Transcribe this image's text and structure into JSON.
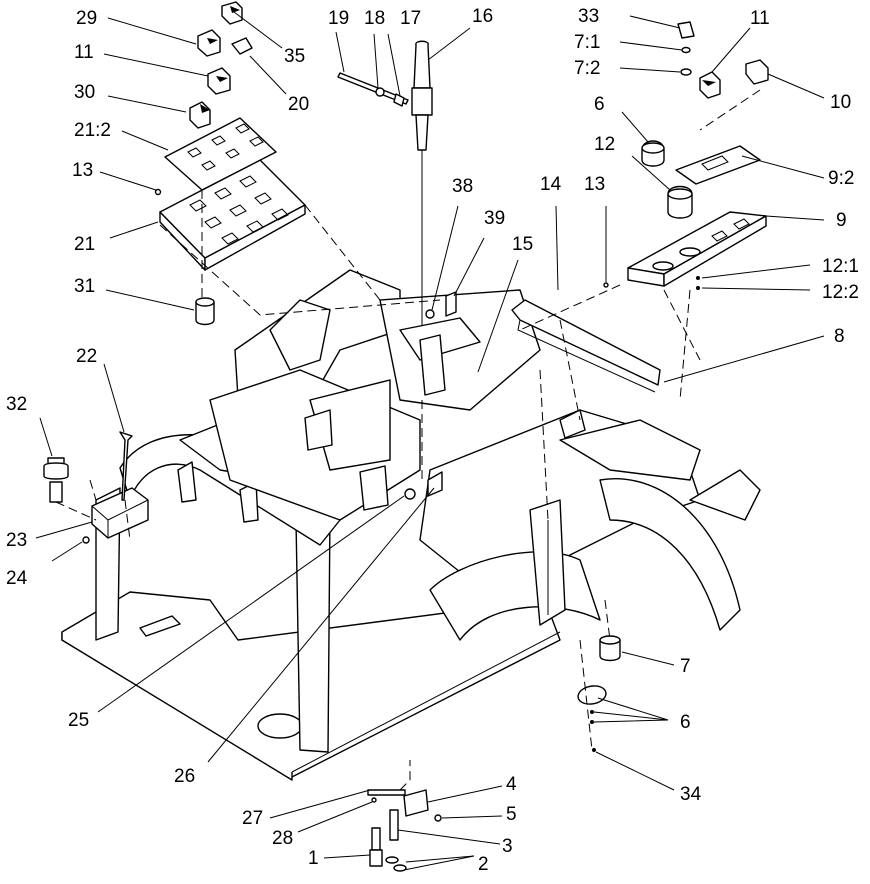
{
  "diagram": {
    "callouts": [
      "29",
      "35",
      "11",
      "20",
      "30",
      "21:2",
      "13",
      "21",
      "31",
      "22",
      "32",
      "23",
      "24",
      "25",
      "26",
      "27",
      "28",
      "1",
      "2",
      "3",
      "4",
      "5",
      "19",
      "18",
      "17",
      "16",
      "38",
      "39",
      "15",
      "14",
      "33",
      "7:1",
      "7:2",
      "11",
      "10",
      "6",
      "12",
      "9:2",
      "13",
      "9",
      "12:1",
      "12:2",
      "8",
      "7",
      "6",
      "34"
    ]
  }
}
